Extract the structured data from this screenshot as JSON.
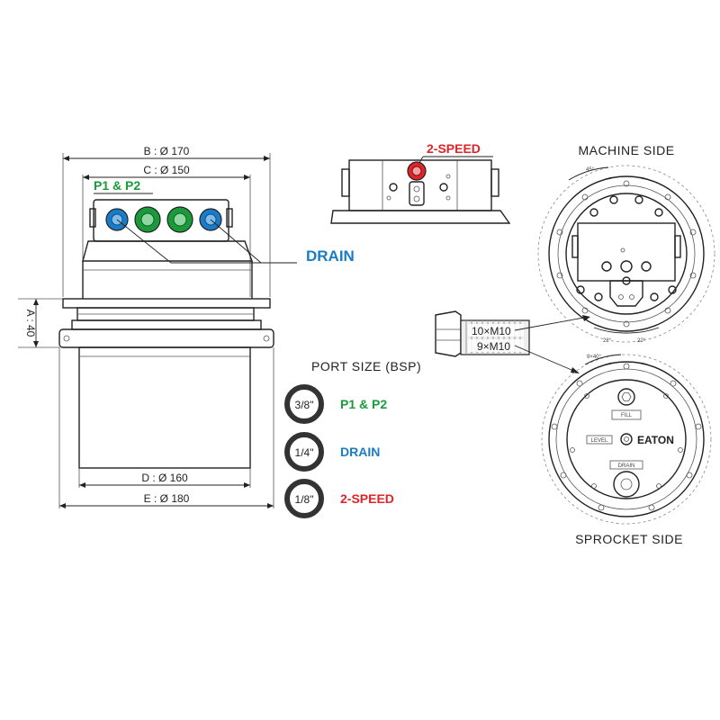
{
  "dimensions": {
    "a": "A : 40",
    "b": "B : Ø 170",
    "c": "C : Ø 150",
    "d": "D : Ø 160",
    "e": "E : Ø 180"
  },
  "port_labels": {
    "p1p2": "P1 & P2",
    "drain": "DRAIN",
    "two_speed": "2-SPEED"
  },
  "views": {
    "machine_side": "MACHINE SIDE",
    "sprocket_side": "SPROCKET SIDE",
    "angle_45": "45°",
    "angle_22a": "22°",
    "angle_22b": "22°",
    "angle_9x40": "9×40°"
  },
  "bolts": {
    "machine": "10×M10",
    "sprocket": "9×M10"
  },
  "port_size": {
    "title": "PORT SIZE (BSP)",
    "rows": [
      {
        "size": "3/8\"",
        "label": "P1 & P2",
        "color": "#1a9a3a"
      },
      {
        "size": "1/4\"",
        "label": "DRAIN",
        "color": "#1a7cc8"
      },
      {
        "size": "1/8\"",
        "label": "2-SPEED",
        "color": "#e0242a"
      }
    ]
  },
  "plate_labels": {
    "fill": "FILL",
    "level": "LEVEL",
    "drain": "DRAIN",
    "brand": "EATON"
  },
  "colors": {
    "green": "#1a9a3a",
    "blue": "#1a7cc8",
    "red": "#e0242a"
  },
  "icons": {
    "port_ring": "port-size-ring-icon",
    "bolt": "hex-bolt-icon"
  }
}
